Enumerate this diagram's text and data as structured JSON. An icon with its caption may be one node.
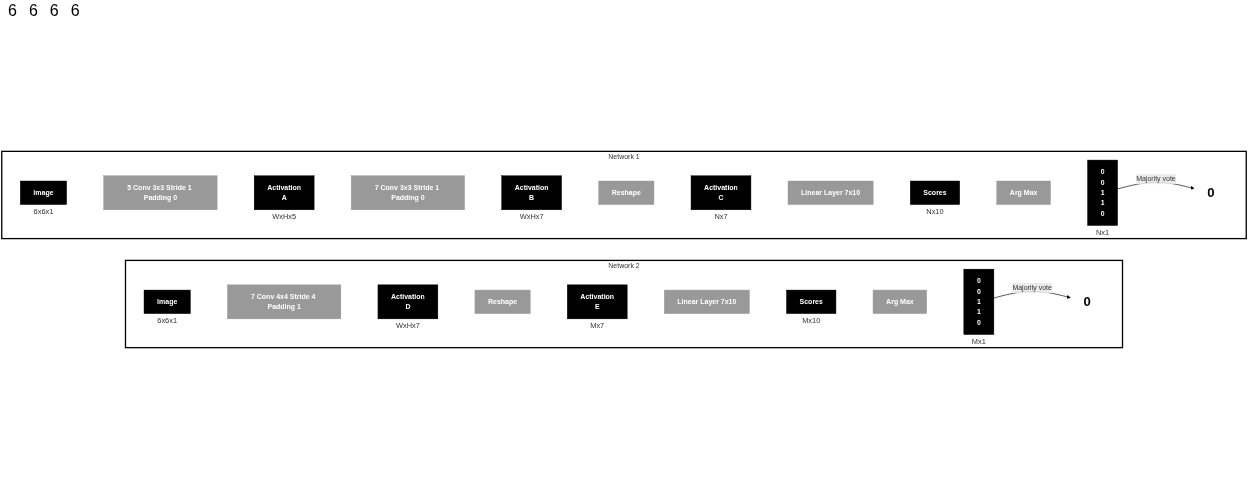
{
  "diagram": {
    "nodes": [
      {
        "text": [
          "Network 1"
        ]
      },
      {
        "text": [
          "Image"
        ],
        "in": 0,
        "beside": [
          "6x6x1"
        ]
      },
      {
        "text": [
          "5 Conv 3x3 Stride 1 Padding 0"
        ],
        "in": 0
      },
      {
        "text": [
          "Activation",
          "A"
        ],
        "in": 0,
        "beside": [
          "WxHx5"
        ]
      },
      {
        "text": [
          "7 Conv 3x3 Stride 1 Padding 0"
        ],
        "in": 0
      },
      {
        "text": [
          "Activation",
          "B"
        ],
        "in": 0,
        "beside": [
          "WxHx7"
        ]
      },
      {
        "text": [
          "Reshape"
        ],
        "in": 0
      },
      {
        "text": [
          "Activation",
          "C"
        ],
        "in": 0,
        "beside": [
          "Nx7"
        ]
      },
      {
        "text": [
          "Linear Layer 7x10"
        ],
        "in": 0
      },
      {
        "text": [
          "Scores"
        ],
        "in": 0,
        "beside": [
          "Nx10"
        ]
      },
      {
        "text": [
          "Arg Max"
        ],
        "in": 0
      },
      {
        "text": [
          "0 0 1 1 0"
        ],
        "in": 0,
        "beside": [
          "Nx1"
        ]
      },
      {
        "text": [
          "0"
        ],
        "in": 0
      },
      {
        "text": [
          "Network 2"
        ]
      },
      {
        "text": [
          "Image"
        ],
        "in": 13,
        "beside": [
          "6x6x1"
        ]
      },
      {
        "text": [
          "7 Conv 4x4 Stride 4 Padding 1"
        ],
        "in": 13
      },
      {
        "text": [
          "Activation",
          "D"
        ],
        "in": 13,
        "beside": [
          "WxHx7"
        ]
      },
      {
        "text": [
          "Reshape"
        ],
        "in": 13
      },
      {
        "text": [
          "Activation",
          "E"
        ],
        "in": 13,
        "beside": [
          "Mx7"
        ]
      },
      {
        "text": [
          "Linear Layer 7x10"
        ],
        "in": 13
      },
      {
        "text": [
          "Scores"
        ],
        "in": 13,
        "beside": [
          "Mx10"
        ]
      },
      {
        "text": [
          "Arg Max"
        ],
        "in": 13
      },
      {
        "text": [
          "0 0 1 1 0"
        ],
        "in": 13,
        "beside": [
          "Mx1"
        ]
      },
      {
        "text": [
          "0"
        ],
        "in": 13
      }
    ],
    "edges": [
      {
        "from": 11,
        "to": 12,
        "arrow": "to",
        "label": "Majority vote"
      },
      {
        "from": 22,
        "to": 23,
        "arrow": "to",
        "label": "Majority vote"
      }
    ],
    "labels": [
      "6",
      "6",
      "6",
      "6"
    ]
  }
}
